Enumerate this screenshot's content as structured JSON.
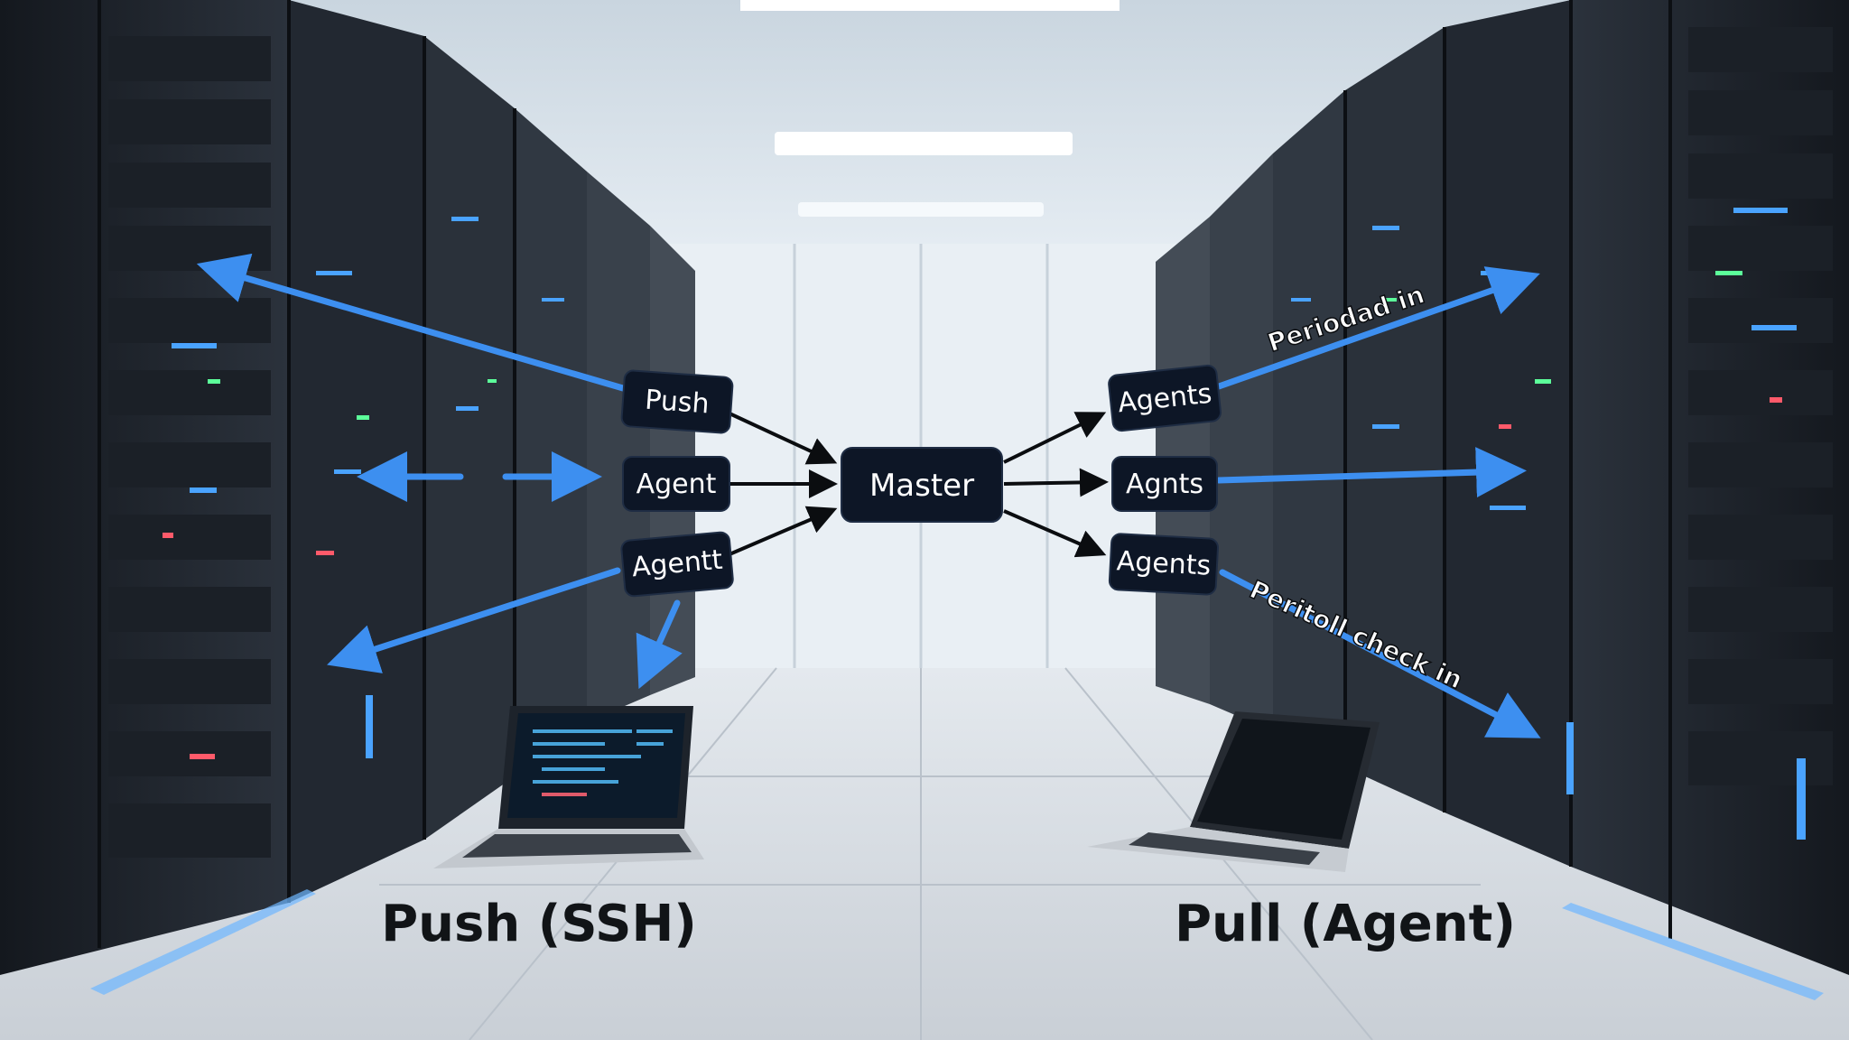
{
  "nodes": {
    "left": [
      "Push",
      "Agent",
      "Agentt"
    ],
    "right": [
      "Agents",
      "Agnts",
      "Agents"
    ],
    "master": "Master"
  },
  "annotations": {
    "top": "Periodad in",
    "bottom": "Peritoll check in"
  },
  "captions": {
    "left": "Push (SSH)",
    "right": "Pull (Agent)"
  },
  "colors": {
    "node_bg": "#0d1626",
    "arrow_blue": "#3d8ff0",
    "arrow_black": "#0b0d10",
    "floor": "#dfe4ea",
    "wall": "#e9eff4"
  }
}
